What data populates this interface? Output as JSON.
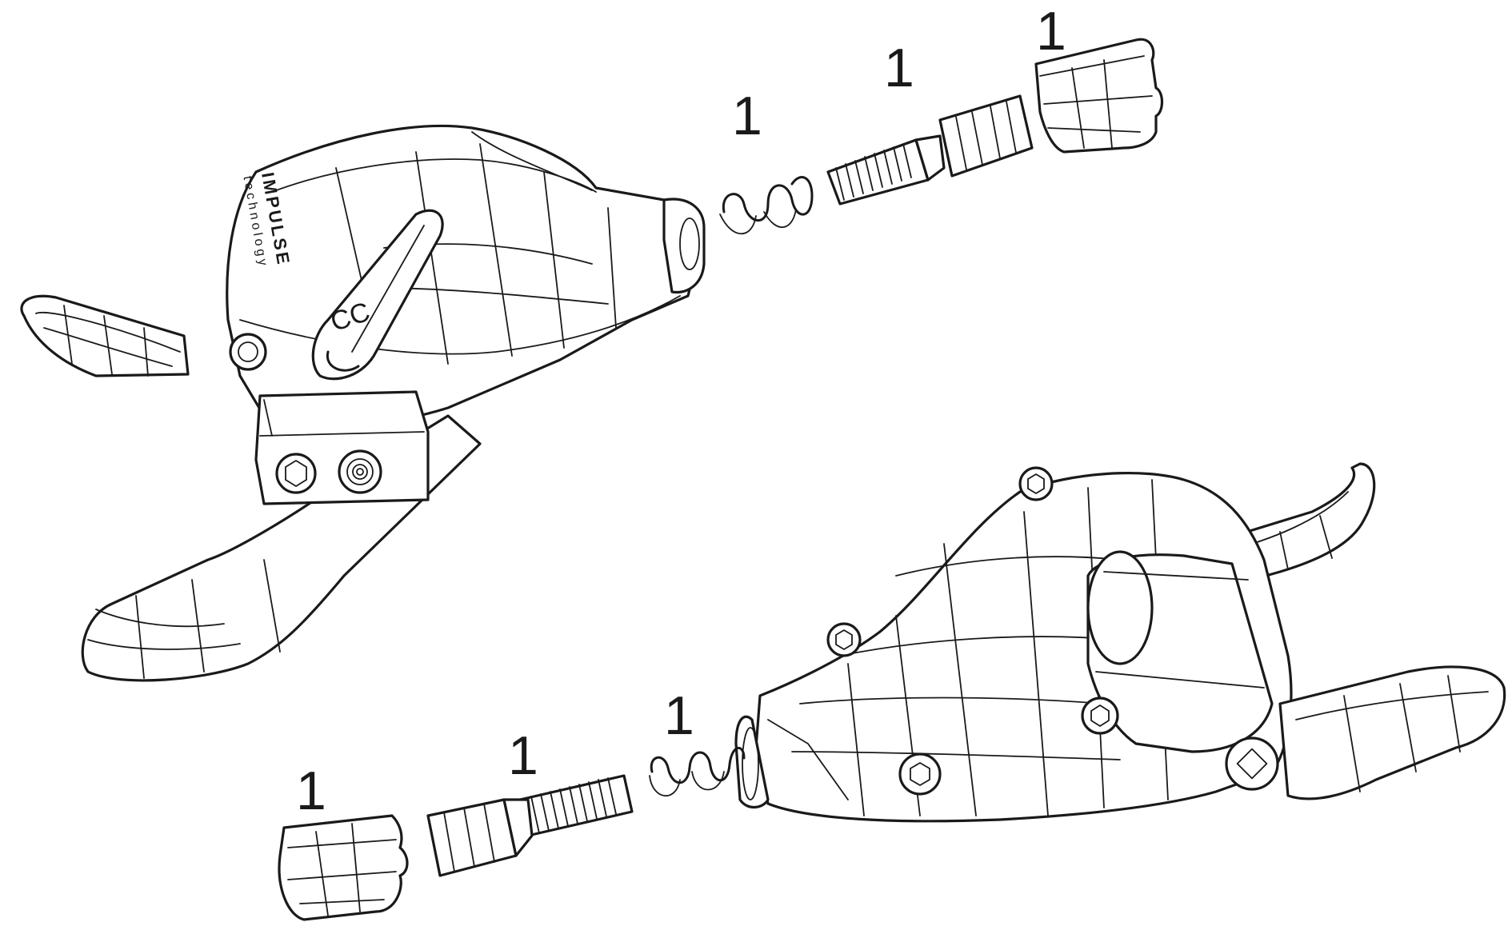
{
  "diagram": {
    "callouts": {
      "top_knob": "1",
      "top_barrel": "1",
      "top_spring": "1",
      "bottom_spring": "1",
      "bottom_barrel": "1",
      "bottom_knob": "1"
    },
    "upper_shifter": {
      "brand_line1": "IMPULSE",
      "brand_line2": "technology",
      "button_mark": "CC"
    }
  }
}
